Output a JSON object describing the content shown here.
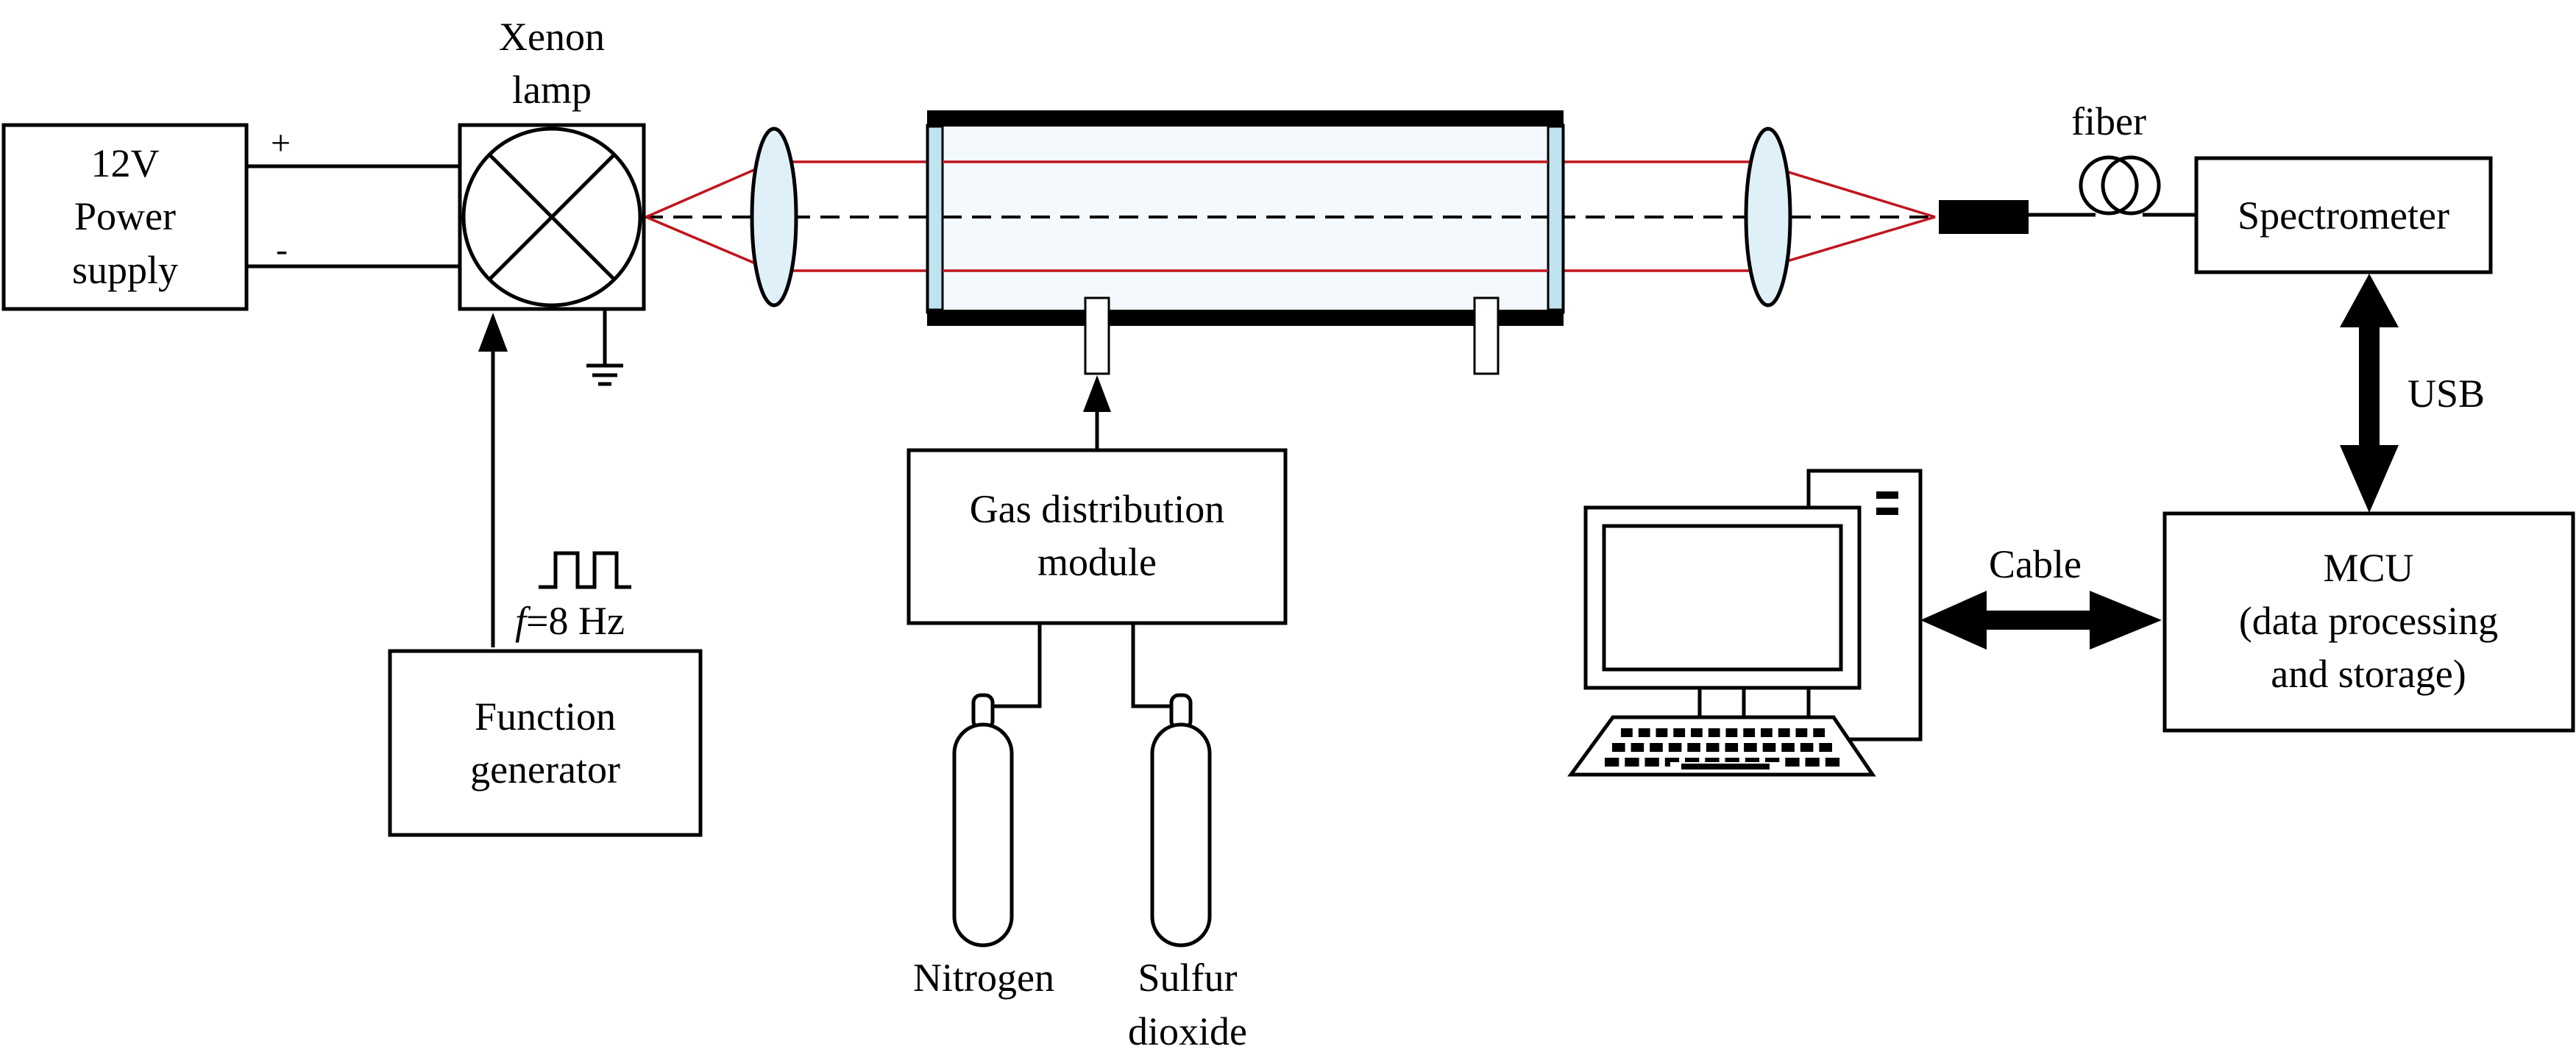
{
  "diagram": {
    "power_supply": {
      "lines": [
        "12V",
        "Power",
        "supply"
      ]
    },
    "polarity": {
      "plus": "+",
      "minus": "-"
    },
    "xenon_lamp": {
      "lines": [
        "Xenon",
        "lamp"
      ]
    },
    "function_generator": {
      "lines": [
        "Function",
        "generator"
      ]
    },
    "frequency": {
      "symbol": "f",
      "value": "=8 Hz"
    },
    "gas_module": {
      "lines": [
        "Gas distribution",
        "module"
      ]
    },
    "nitrogen": {
      "label": "Nitrogen"
    },
    "sulfur_dioxide": {
      "lines": [
        "Sulfur",
        "dioxide"
      ]
    },
    "fiber": {
      "label": "fiber"
    },
    "spectrometer": {
      "label": "Spectrometer"
    },
    "usb": {
      "label": "USB"
    },
    "mcu": {
      "lines": [
        "MCU",
        "(data processing",
        "and storage)"
      ]
    },
    "cable": {
      "label": "Cable"
    },
    "colors": {
      "beam": "#c0141c",
      "window": "#bfe3f0",
      "tube_fill": "#f3f9fc",
      "lens_fill": "#dff0f8"
    }
  }
}
